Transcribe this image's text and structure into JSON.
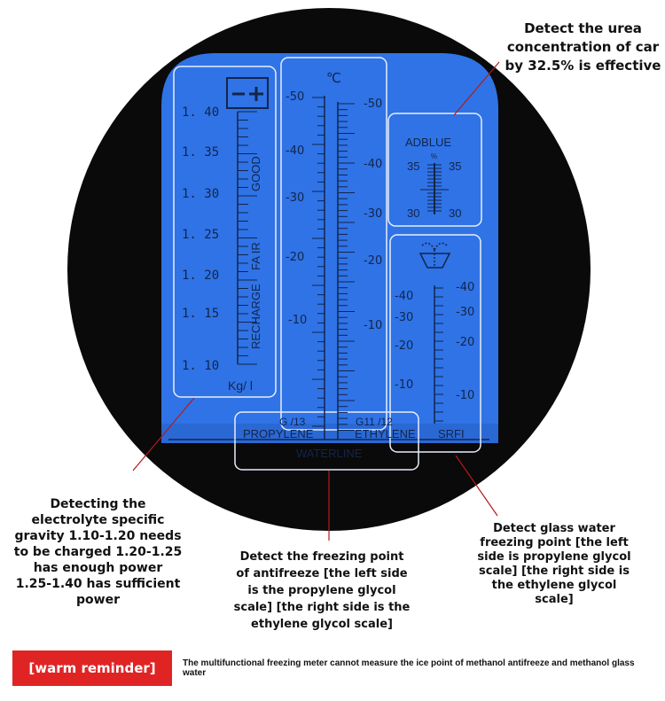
{
  "colors": {
    "scope_black": "#0a0a0a",
    "scale_blue": "#2f73e6",
    "scale_ink": "#13254a",
    "scale_outline": "#e8eefc",
    "callout_line": "#b21b1b",
    "reminder_red": "#e02424"
  },
  "icons": {
    "battery": "battery-plus-minus-icon",
    "wiper": "windshield-wiper-icon"
  },
  "callouts": {
    "urea": "Detect the urea\nconcentration of car\nby 32.5% is effective",
    "electrolyte": "Detecting the\nelectrolyte specific\ngravity 1.10-1.20 needs\nto be charged 1.20-1.25\nhas enough power\n1.25-1.40 has sufficient\npower",
    "antifreeze": "Detect the freezing point\nof antifreeze [the left side\nis the propylene glycol\nscale] [the right side is the\nethylene glycol scale]",
    "glass_water": "Detect glass water\nfreezing point [the left\nside is propylene glycol\nscale] [the right side is\nthe ethylene glycol\nscale]"
  },
  "battery_scale": {
    "ticks": [
      "1. 40",
      "1. 35",
      "1. 30",
      "1. 25",
      "1. 20",
      "1. 15",
      "1. 10"
    ],
    "good": "GOOD",
    "fair": "FA IR",
    "recharge": "RECHARGE",
    "unit": "Kg/ l"
  },
  "antifreeze_scale": {
    "unit": "℃",
    "left_ticks": [
      "-50",
      "-40",
      "-30",
      "-20",
      "-10"
    ],
    "right_ticks": [
      "-50",
      "-40",
      "-30",
      "-20",
      "-10"
    ],
    "left_code": "G /13",
    "right_code": "G11 /12",
    "left_label": "PROPYLENE",
    "right_label": "ETHYLENE",
    "waterline": "WATERLINE"
  },
  "adblue_scale": {
    "title": "ADBLUE",
    "percent": "%",
    "left_top": "35",
    "right_top": "35",
    "left_bottom": "30",
    "right_bottom": "30"
  },
  "screenwash_scale": {
    "left_ticks": [
      "-40",
      "-30",
      "-20",
      "-10"
    ],
    "right_ticks": [
      "-40",
      "-30",
      "-20",
      "-10"
    ],
    "label": "SRFI"
  },
  "reminder": {
    "badge": "[warm reminder]",
    "text": "The multifunctional freezing meter cannot measure the ice point of methanol antifreeze and methanol glass water"
  }
}
